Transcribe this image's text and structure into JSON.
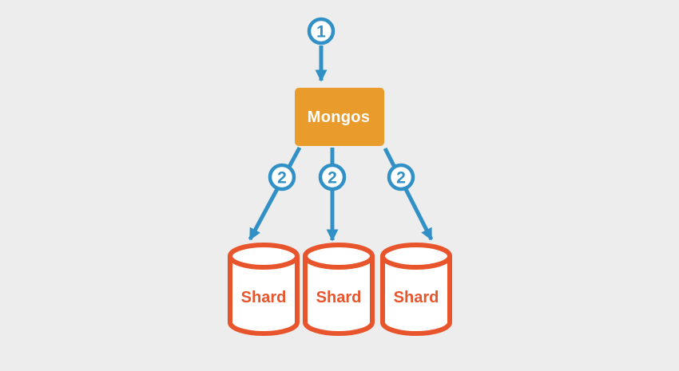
{
  "colors": {
    "background": "#EDEDED",
    "arrow_blue": "#3191C7",
    "router_orange": "#E99B2B",
    "shard_orange": "#E8542B",
    "node_fill": "#FFFFFF"
  },
  "diagram": {
    "step1_badge": "1",
    "router_label": "Mongos",
    "step2_badges": [
      "2",
      "2",
      "2"
    ],
    "shard_labels": [
      "Shard",
      "Shard",
      "Shard"
    ]
  }
}
